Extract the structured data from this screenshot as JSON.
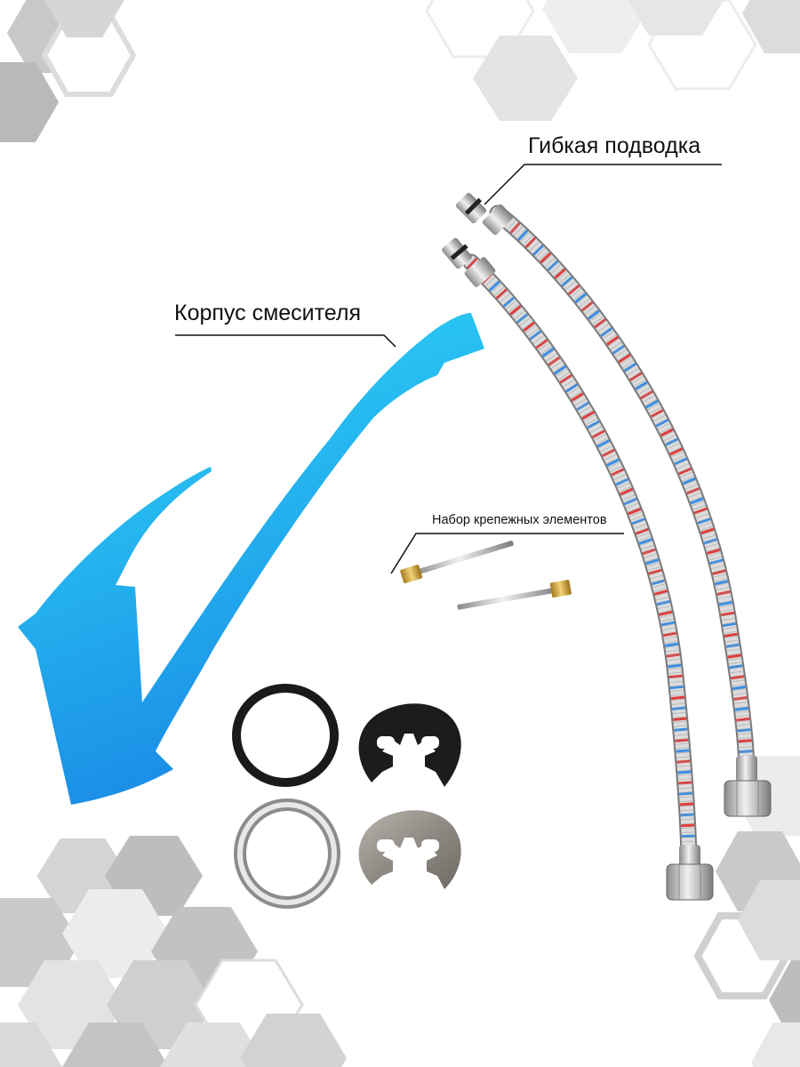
{
  "labels": {
    "hoses": "Гибкая подводка",
    "body": "Корпус смесителя",
    "fasteners": "Набор крепежных элементов"
  },
  "icons": {
    "faucet": "faucet-body-icon",
    "hose": "braided-hose-icon",
    "stud": "mounting-stud-icon",
    "o_ring": "rubber-o-ring-icon",
    "metal_ring": "metal-ring-icon",
    "washer": "horseshoe-washer-icon"
  },
  "colors": {
    "faucet_light": "#22d3f6",
    "faucet_dark": "#1b8fe6",
    "hex_light": "#e2e2e2",
    "hex_mid": "#c8c8c8",
    "hex_dark": "#b0b0b0",
    "hose_red": "#e03c3c",
    "hose_blue": "#3a8ee6"
  }
}
